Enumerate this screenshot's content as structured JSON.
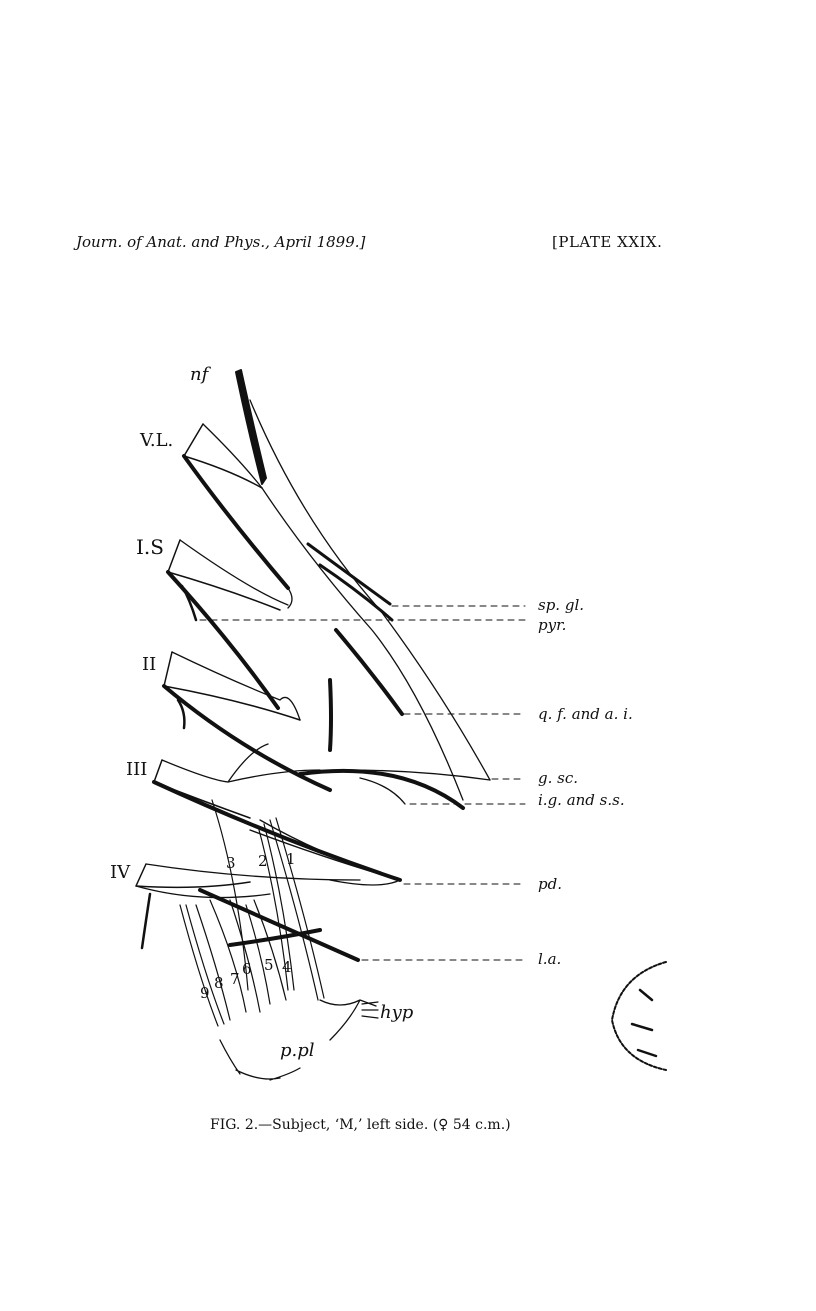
{
  "header": {
    "journal": "Journ. of Anat. and Phys., April 1899.]",
    "plate": "[PLATE XXIX."
  },
  "labels": {
    "nf": "nf",
    "vl": "V.L.",
    "is": "I.S",
    "ii": "II",
    "iii": "III",
    "iv": "IV",
    "sp_gl": "sp. gl.",
    "pyr": "pyr.",
    "qf_ai": "q. f. and a. i.",
    "g_sc": "g. sc.",
    "ig_ss": "i.g. and s.s.",
    "pd": "pd.",
    "la": "l.a.",
    "hyp": "hyp",
    "p_pl": "p.pl"
  },
  "numbers": [
    "1",
    "2",
    "3",
    "4",
    "5",
    "6",
    "7",
    "8",
    "9"
  ],
  "caption": "FIG. 2.—Subject, ‘M,’ left side. (♀ 54 c.m.)"
}
